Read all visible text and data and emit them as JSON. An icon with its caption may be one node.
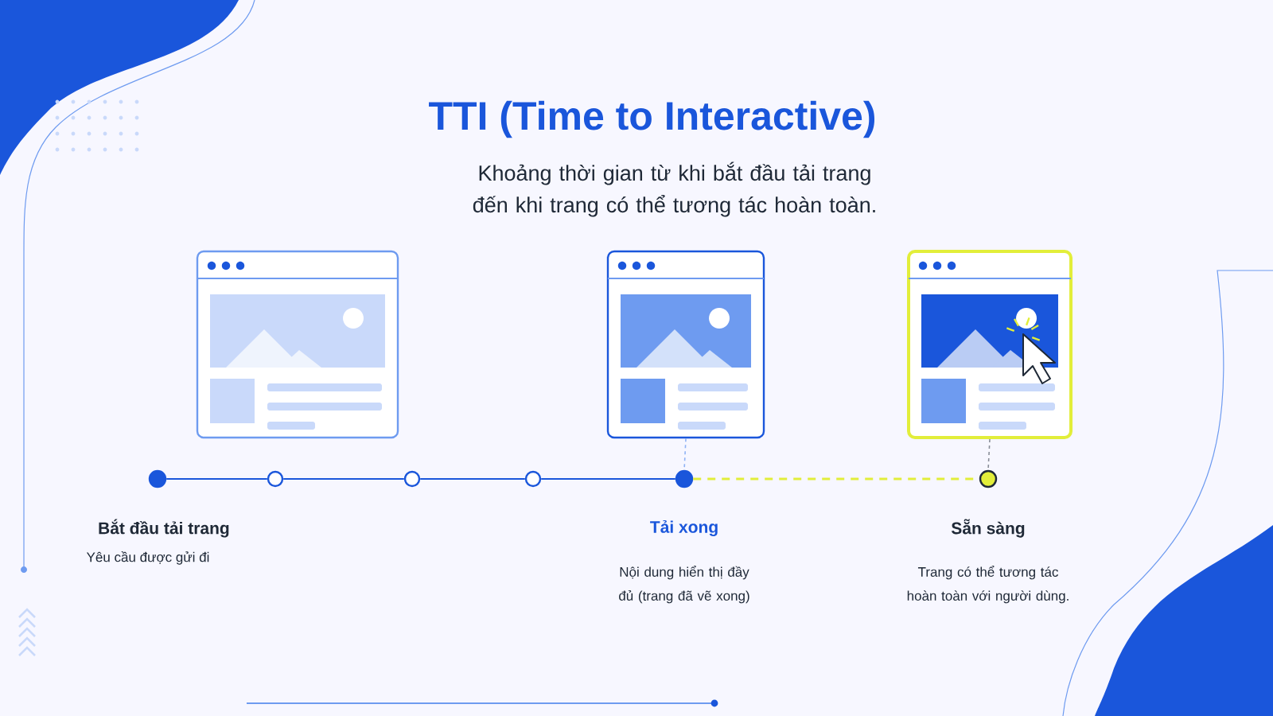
{
  "diagram": {
    "title": "TTI (Time to Interactive)",
    "nodes": [
      {
        "text": [],
        "shape": "picture"
      },
      {
        "text": [],
        "shape": "picture"
      },
      {
        "text": [],
        "shape": "picture"
      },
      {
        "text": [],
        "shape": "circle",
        "beside": [
          "Bắt đầu tải trang",
          "Yêu cầu được gửi đi"
        ]
      },
      {
        "text": [],
        "shape": "circle"
      },
      {
        "text": [],
        "shape": "circle"
      },
      {
        "text": [],
        "shape": "circle"
      },
      {
        "text": [],
        "shape": "circle",
        "beside": [
          "Tải xong",
          "Nội dung hiển thị đầy đủ (trang đã vẽ xong)"
        ]
      },
      {
        "text": [],
        "shape": "circle",
        "beside": [
          "Sẵn sàng",
          "Trang có thể tương tác hoàn toàn với người dùng."
        ]
      }
    ],
    "edges": [
      {
        "from": 3,
        "to": 4,
        "arrow": "none"
      },
      {
        "from": 4,
        "to": 5,
        "arrow": "none"
      },
      {
        "from": 5,
        "to": 6,
        "arrow": "none"
      },
      {
        "from": 6,
        "to": 7,
        "arrow": "none"
      },
      {
        "from": 7,
        "to": 8,
        "arrow": "none",
        "style": "dashed",
        "color": "#e2ee3a"
      },
      {
        "from": 1,
        "to": 7,
        "arrow": "none",
        "style": "dashed",
        "color": "#8fb2f5"
      },
      {
        "from": 2,
        "to": 8,
        "arrow": "none",
        "style": "dashed",
        "color": "#8a8f99"
      }
    ],
    "labels": [
      "Khoảng thời gian từ khi bắt đầu tải trang đến khi trang có thể tương tác hoàn toàn."
    ]
  }
}
